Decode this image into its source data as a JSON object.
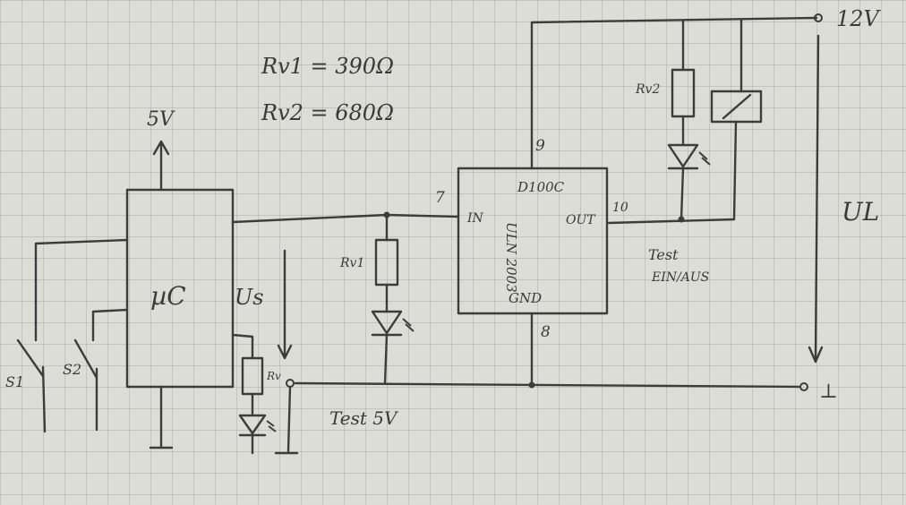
{
  "labels": {
    "supply_12v": "12V",
    "supply_5v": "5V",
    "ground": "⊥",
    "rv1": "Rv1 = 390Ω",
    "rv2": "Rv2 = 680Ω",
    "uc": "µC",
    "us": "Us",
    "ul": "UL",
    "ic_name": "D100C",
    "ic_part": "ULN 2003",
    "ic_in": "IN",
    "ic_out": "OUT",
    "ic_gnd": "GND",
    "pin_7": "7",
    "pin_9": "9",
    "pin_8": "8",
    "pin_10": "10",
    "r_rv1": "Rv1",
    "r_rv2": "Rv2",
    "r_rv": "Rv",
    "s1": "S1",
    "s2": "S2",
    "test_onoff_1": "Test",
    "test_onoff_2": "EIN/AUS",
    "test_5v": "Test 5V"
  }
}
